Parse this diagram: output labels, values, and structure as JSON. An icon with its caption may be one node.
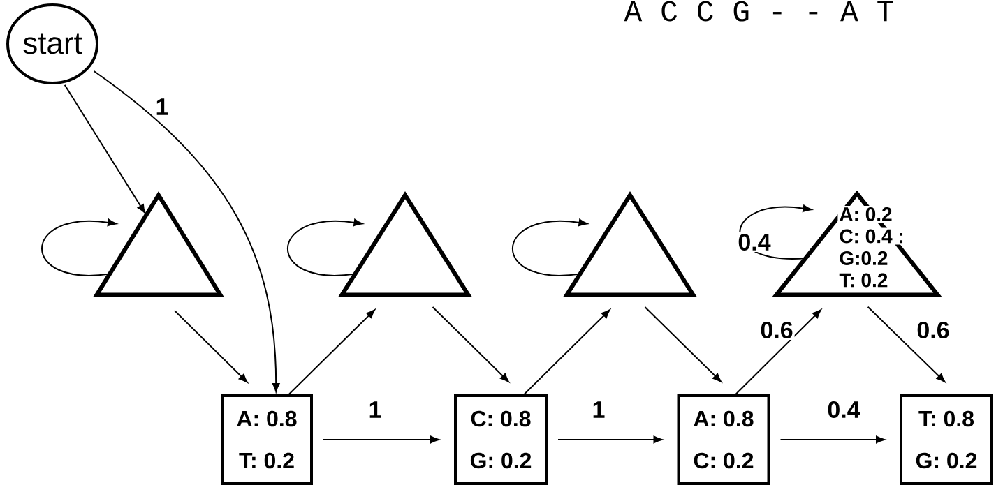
{
  "diagram": {
    "nodes": [
      {
        "text": [
          "start"
        ]
      },
      {
        "text": [],
        "shape": "triangle"
      },
      {
        "text": [],
        "shape": "triangle"
      },
      {
        "text": [],
        "shape": "triangle"
      },
      {
        "text": [
          "A: 0.2",
          "C: 0.4 :",
          "G:0.2",
          "T: 0.2"
        ]
      },
      {
        "text": [
          "A: 0.8",
          "T: 0.2"
        ]
      },
      {
        "text": [
          "C: 0.8",
          "G: 0.2"
        ]
      },
      {
        "text": [
          "A: 0.8",
          "C: 0.2"
        ]
      },
      {
        "text": [
          "T: 0.8",
          "G: 0.2"
        ]
      }
    ],
    "edges": [
      {
        "from": 0,
        "to": 1,
        "arrow": "to"
      },
      {
        "from": 0,
        "to": 5,
        "arrow": "to",
        "label": "1"
      },
      {
        "from": 1,
        "to": 1,
        "arrow": "to"
      },
      {
        "from": 2,
        "to": 2,
        "arrow": "to"
      },
      {
        "from": 3,
        "to": 3,
        "arrow": "to"
      },
      {
        "from": 4,
        "to": 4,
        "arrow": "to",
        "label": "0.4"
      },
      {
        "from": 1,
        "to": 5,
        "arrow": "to"
      },
      {
        "from": 5,
        "to": 2,
        "arrow": "to"
      },
      {
        "from": 2,
        "to": 6,
        "arrow": "to"
      },
      {
        "from": 6,
        "to": 3,
        "arrow": "to"
      },
      {
        "from": 3,
        "to": 7,
        "arrow": "to"
      },
      {
        "from": 7,
        "to": 4,
        "arrow": "to",
        "label": "0.6"
      },
      {
        "from": 4,
        "to": 8,
        "arrow": "to",
        "label": "0.6"
      },
      {
        "from": 5,
        "to": 6,
        "arrow": "to",
        "label": "1"
      },
      {
        "from": 6,
        "to": 7,
        "arrow": "to",
        "label": "1"
      },
      {
        "from": 7,
        "to": 8,
        "arrow": "to",
        "label": "0.4"
      }
    ],
    "labels": [
      "A C C G - - A T"
    ]
  }
}
